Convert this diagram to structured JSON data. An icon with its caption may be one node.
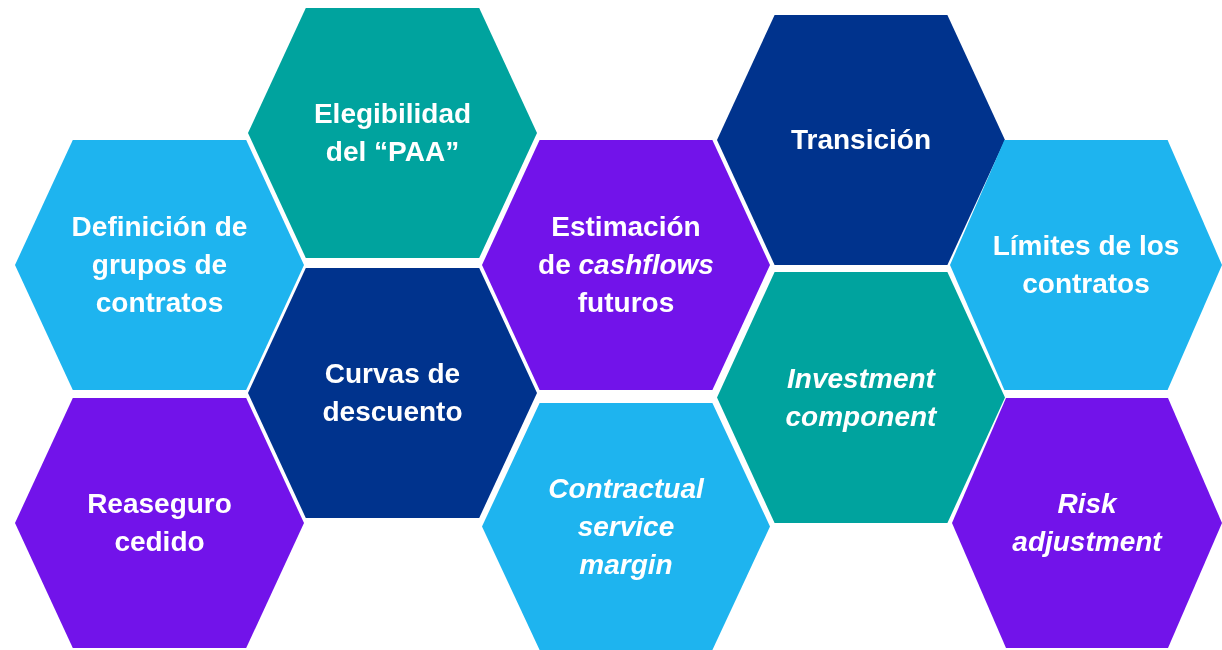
{
  "diagram": {
    "nodes": [
      {
        "text": [
          "Elegibilidad del “PAA”"
        ]
      },
      {
        "text": [
          "Transición"
        ]
      },
      {
        "text": [
          "Definición de grupos de contratos"
        ]
      },
      {
        "text": [
          "Estimación de *cashflows* futuros"
        ]
      },
      {
        "text": [
          "Límites de los contratos"
        ]
      },
      {
        "text": [
          "Curvas de descuento"
        ]
      },
      {
        "text": [
          "Investment component"
        ]
      },
      {
        "text": [
          "Reaseguro cedido"
        ]
      },
      {
        "text": [
          "Contractual service margin"
        ]
      },
      {
        "text": [
          "Risk adjustment"
        ]
      }
    ]
  }
}
